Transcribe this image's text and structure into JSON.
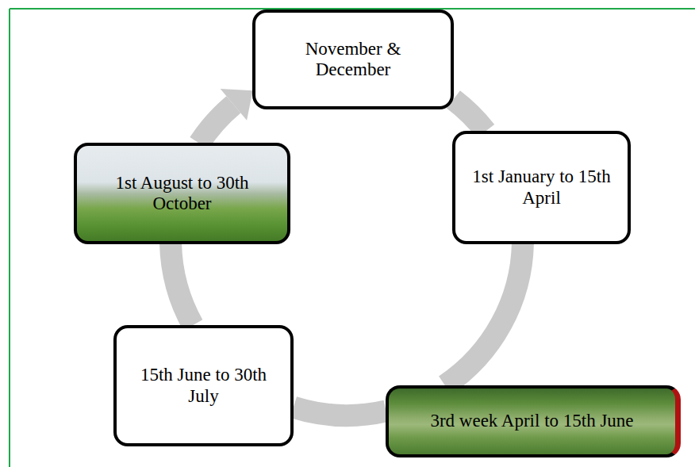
{
  "diagram": {
    "nodes": [
      {
        "text": [
          "November & December"
        ]
      },
      {
        "text": [
          "1st January to 15th April"
        ]
      },
      {
        "text": [
          "3rd week April to 15th June"
        ]
      },
      {
        "text": [
          "15th June to 30th July"
        ]
      },
      {
        "text": [
          "1st August to 30th October"
        ]
      }
    ],
    "edges": [
      {
        "from": 0,
        "to": 1,
        "arrow": "none"
      },
      {
        "from": 1,
        "to": 2,
        "arrow": "none"
      },
      {
        "from": 2,
        "to": 3,
        "arrow": "none"
      },
      {
        "from": 3,
        "to": 4,
        "arrow": "none"
      },
      {
        "from": 4,
        "to": 0,
        "arrow": "to"
      }
    ]
  }
}
